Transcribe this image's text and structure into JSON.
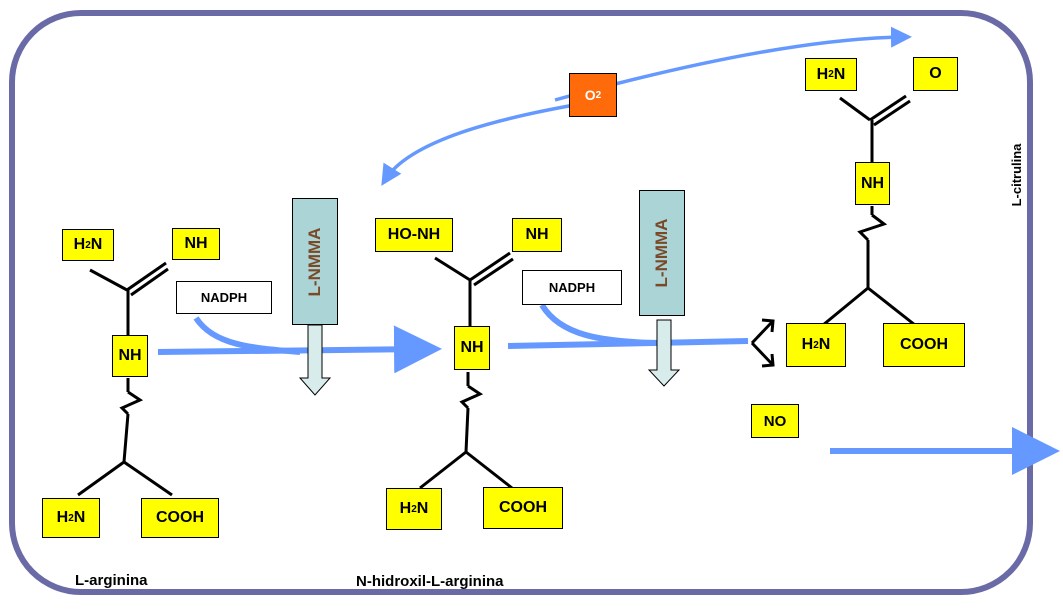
{
  "molecules": {
    "arginine": {
      "top_left": {
        "main": "H",
        "sub": "2",
        "tail": "N"
      },
      "top_right": "NH",
      "center": "NH",
      "bottom_left": {
        "main": "H",
        "sub": "2",
        "tail": "N"
      },
      "bottom_right": "COOH",
      "name": "L-arginina"
    },
    "hydroxyarginine": {
      "top_left": "HO-NH",
      "top_right": "NH",
      "center": "NH",
      "bottom_left": {
        "main": "H",
        "sub": "2",
        "tail": "N"
      },
      "bottom_right": "COOH",
      "name": "N-hidroxil-L-arginina"
    },
    "citrulline": {
      "top_left": {
        "main": "H",
        "sub": "2",
        "tail": "N"
      },
      "top_right": "O",
      "center": "NH",
      "bottom_left": {
        "main": "H",
        "sub": "2",
        "tail": "N"
      },
      "bottom_right": "COOH",
      "name": "L-citrulina"
    }
  },
  "cofactors": {
    "nadph_1": "NADPH",
    "nadph_2": "NADPH",
    "inhibitor_1": "L-NMMA",
    "inhibitor_2": "L-NMMA",
    "oxygen": {
      "main": "O",
      "sub": "2"
    }
  },
  "products": {
    "nitric_oxide": "NO"
  },
  "colors": {
    "frame": "#6a6aa6",
    "arrow": "#6699ff",
    "label_fill": "#ffff00",
    "oxygen_fill": "#ff6a0a",
    "inhibitor_fill": "#aad4d6",
    "inhibitor_text": "#7a4a28",
    "down_arrow_fill": "#d8ecec"
  }
}
